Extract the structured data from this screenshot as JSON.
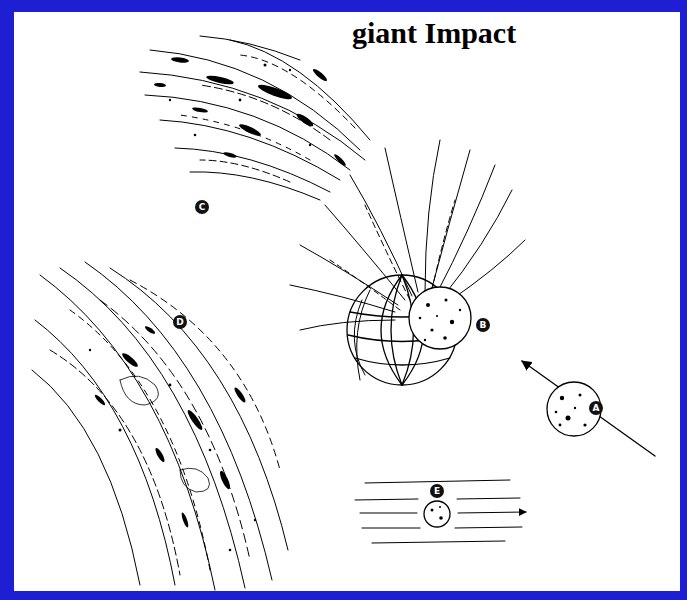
{
  "diagram": {
    "title": "giant Impact",
    "labels": [
      "A",
      "B",
      "C",
      "D",
      "E"
    ]
  }
}
